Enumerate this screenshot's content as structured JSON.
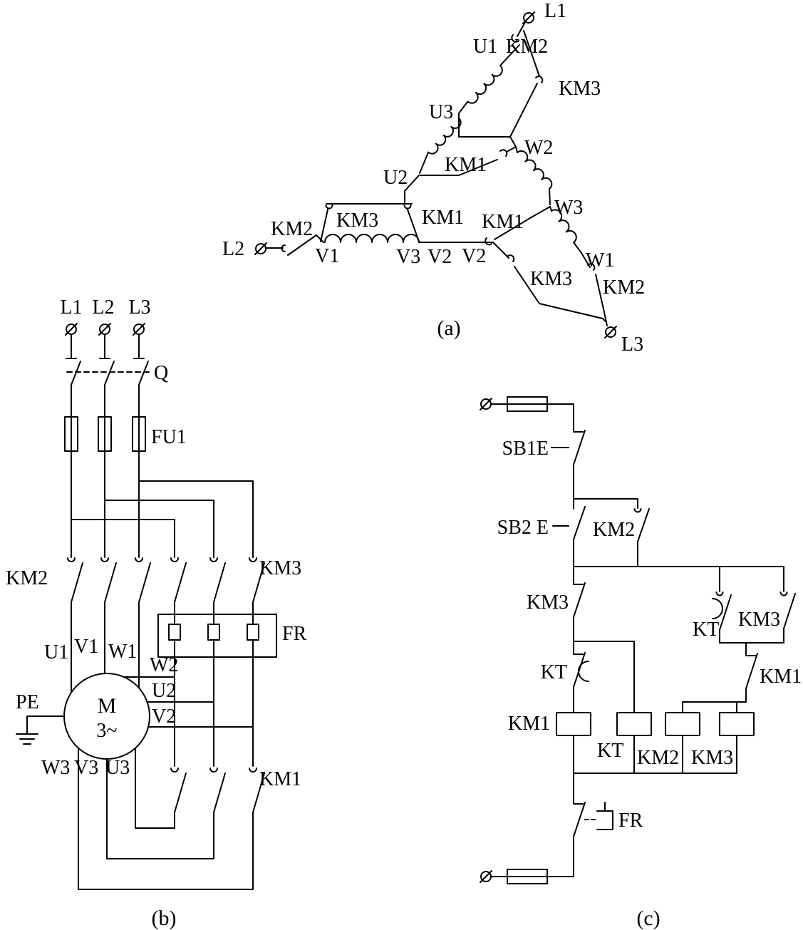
{
  "colors": {
    "ink": "#000000",
    "background": "#ffffff"
  },
  "panel_a": {
    "caption": "(a)",
    "labels": {
      "l1": "L1",
      "u1": "U1",
      "km2_top": "KM2",
      "km3_top": "KM3",
      "u3": "U3",
      "w2": "W2",
      "km1_mid": "KM1",
      "u2": "U2",
      "km3_hang": "KM3",
      "km1_hang": "KM1",
      "km1_right": "KM1",
      "w3": "W3",
      "km2_l2": "KM2",
      "l2": "L2",
      "v1": "V1",
      "v3": "V3",
      "v2_a": "V2",
      "v2_b": "V2",
      "w1": "W1",
      "km3_bot": "KM3",
      "km2_bot": "KM2",
      "l3": "L3"
    }
  },
  "panel_b": {
    "caption": "(b)",
    "labels": {
      "l1": "L1",
      "l2": "L2",
      "l3": "L3",
      "q": "Q",
      "fu1": "FU1",
      "km2": "KM2",
      "km3": "KM3",
      "fr": "FR",
      "u1": "U1",
      "v1": "V1",
      "w1": "W1",
      "w2": "W2",
      "u2": "U2",
      "v2": "V2",
      "pe": "PE",
      "m": "M",
      "m_sub": "3~",
      "w3": "W3",
      "v3": "V3",
      "u3": "U3",
      "km1": "KM1"
    }
  },
  "panel_c": {
    "caption": "(c)",
    "labels": {
      "sb1": "SB1E",
      "sb2": "SB2 E",
      "km2_aux": "KM2",
      "km3_nc": "KM3",
      "kt_no": "KT",
      "km3_no": "KM3",
      "kt_nc": "KT",
      "km1_nc": "KM1",
      "km1_coil": "KM1",
      "kt_coil": "KT",
      "km2_coil": "KM2",
      "km3_coil": "KM3",
      "fr": "FR"
    }
  }
}
